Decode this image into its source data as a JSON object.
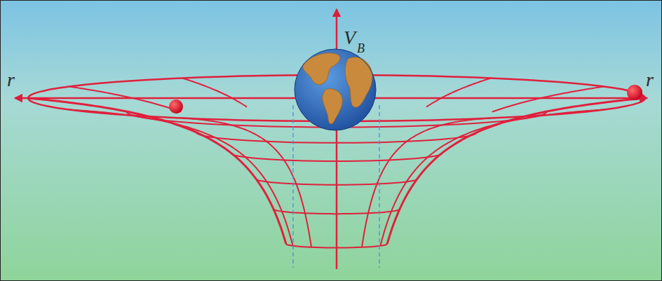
{
  "diagram": {
    "labels": [
      "V",
      "B",
      "r",
      "r"
    ]
  }
}
